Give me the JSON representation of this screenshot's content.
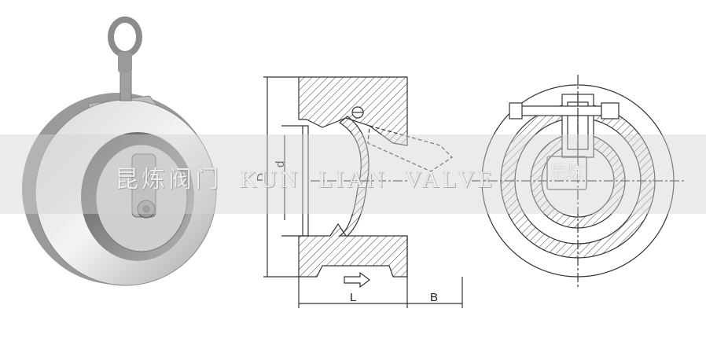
{
  "dimensions": {
    "D": "D",
    "d": "d",
    "L": "L",
    "B": "B"
  },
  "watermark": {
    "text": "昆炼阀门  KUN  LIAN  VALVE",
    "seal": "昆炼"
  },
  "colors": {
    "line": "#333333",
    "metal_light": "#e6e6e6",
    "metal_dark": "#7a7a7a",
    "band": "#d4d4d4"
  }
}
